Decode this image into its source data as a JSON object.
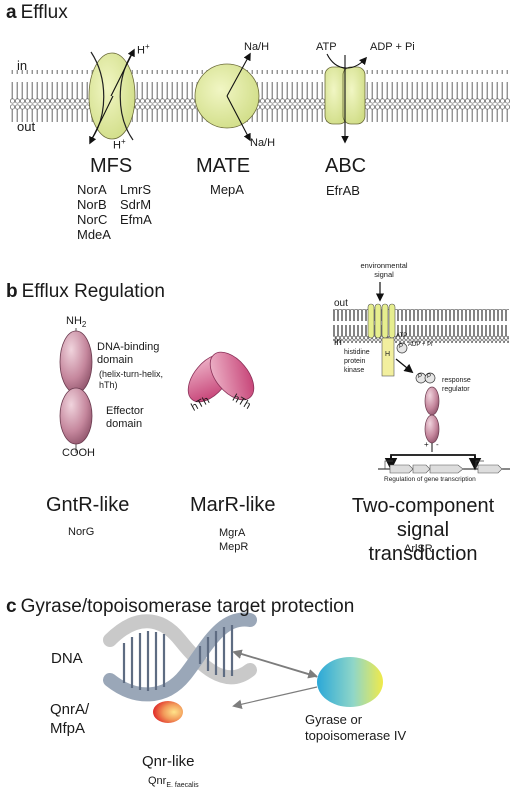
{
  "sections": {
    "a": {
      "letter": "a",
      "title": "Efflux",
      "membrane": {
        "in_label": "in",
        "out_label": "out"
      },
      "transporters": [
        {
          "name": "MFS",
          "genes_col1": [
            "NorA",
            "NorB",
            "NorC",
            "MdeA"
          ],
          "genes_col2": [
            "LmrS",
            "SdrM",
            "EfmA"
          ],
          "ion_top": "H",
          "ion_top_sup": "+",
          "ion_bottom": "H",
          "ion_bottom_sup": "+"
        },
        {
          "name": "MATE",
          "genes": [
            "MepA"
          ],
          "ion_top": "Na/H",
          "ion_bottom": "Na/H"
        },
        {
          "name": "ABC",
          "genes": [
            "EfrAB"
          ],
          "atp": "ATP",
          "adp": "ADP + Pi"
        }
      ]
    },
    "b": {
      "letter": "b",
      "title": "Efflux Regulation",
      "gntr": {
        "nh2": "NH",
        "nh2_sub": "2",
        "cooh": "COOH",
        "dna_domain": [
          "DNA-binding",
          "domain"
        ],
        "dna_domain_detail": [
          "(helix-turn-helix,",
          "hTh)"
        ],
        "effector": [
          "Effector",
          "domain"
        ],
        "name": "GntR-like",
        "gene": "NorG"
      },
      "marr": {
        "hth_left": "hTh",
        "hth_right": "hTh",
        "name": "MarR-like",
        "genes": [
          "MgrA",
          "MepR"
        ]
      },
      "tcs": {
        "out": "out",
        "in": "in",
        "env_signal": [
          "environmental",
          "signal"
        ],
        "atp": "ATP",
        "adp": "ADP + Pi",
        "h": "H",
        "p": "P",
        "kinase": [
          "histidine",
          "protein",
          "kinase"
        ],
        "regulator": [
          "response",
          "regulator"
        ],
        "plus": "+",
        "minus": "-",
        "reg_text": "Regulation of gene transcription",
        "name": [
          "Two-component signal",
          "transduction"
        ],
        "gene": "ArlSR"
      }
    },
    "c": {
      "letter": "c",
      "title": "Gyrase/topoisomerase target protection",
      "dna": "DNA",
      "qnra": [
        "QnrA/",
        "MfpA"
      ],
      "gyrase": [
        "Gyrase or",
        "topoisomerase IV"
      ],
      "qnr_like": "Qnr-like",
      "qnr_sub_main": "Qnr",
      "qnr_sub_index": "E. faecalis"
    }
  },
  "colors": {
    "ellipse": "#e3eca0",
    "ellipse_stroke": "#6b6b3a",
    "membrane": "#6e6e6e",
    "protein": "#c9879d",
    "arrow": "#8a8a8a"
  }
}
